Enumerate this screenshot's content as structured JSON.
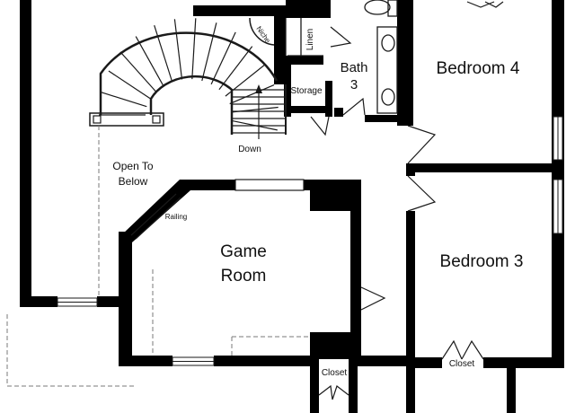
{
  "colors": {
    "wall": "#000000",
    "line": "#1a1a1a",
    "dash": "#7a7a7a",
    "paper": "#ffffff"
  },
  "labels": {
    "bedroom4": "Bedroom 4",
    "bedroom3": "Bedroom 3",
    "game_room_line1": "Game",
    "game_room_line2": "Room",
    "bath_line1": "Bath",
    "bath_line2": "3",
    "linen": "Linen",
    "storage": "Storage",
    "niche": "Niche",
    "down": "Down",
    "open_to_below_line1": "Open To",
    "open_to_below_line2": "Below",
    "railing": "Railing",
    "closet_left": "Closet",
    "closet_right": "Closet"
  }
}
